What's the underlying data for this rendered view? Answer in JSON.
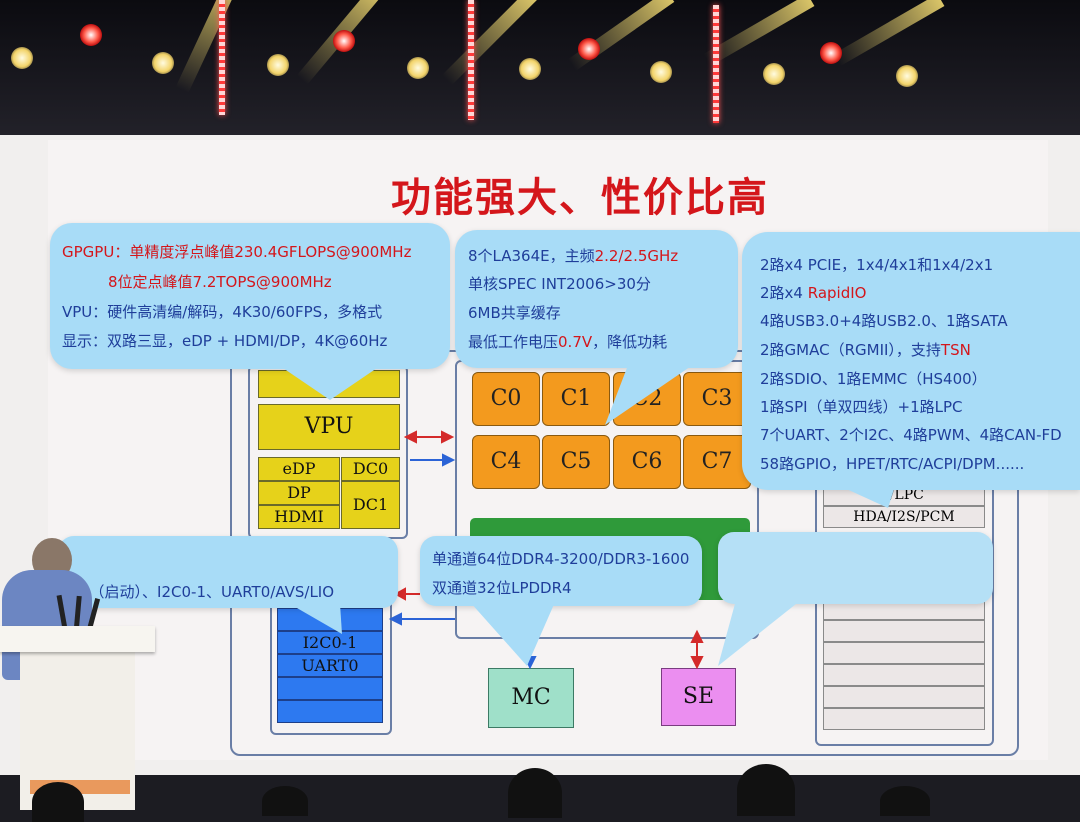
{
  "slide_title": "功能强大、性价比高",
  "bubbles": {
    "gpu": {
      "l1_prefix": "GPGPU：",
      "l1_text": "单精度浮点峰值230.4GFLOPS@900MHz",
      "l2": "8位定点峰值7.2TOPS@900MHz",
      "l3": "VPU：硬件高清编/解码，4K30/60FPS，多格式",
      "l4": "显示：双路三显，eDP + HDMI/DP，4K@60Hz"
    },
    "cpu": {
      "l1_a": "8个LA364E，主频",
      "l1_b": "2.2/2.5GHz",
      "l2": "单核SPEC INT2006>30分",
      "l3": "6MB共享缓存",
      "l4_a": "最低工作电压",
      "l4_b": "0.7V",
      "l4_c": "，降低功耗"
    },
    "io": {
      "l1": "2路x4 PCIE，1x4/4x1和1x4/2x1",
      "l2_a": "2路x4 ",
      "l2_b": "RapidIO",
      "l3": "4路USB3.0+4路USB2.0、1路SATA",
      "l4_a": "2路GMAC（RGMII），支持",
      "l4_b": "TSN",
      "l5": "2路SDIO、1路EMMC（HS400）",
      "l6": "1路SPI（单双四线）+1路LPC",
      "l7": "7个UART、2个I2C、4路PWM、4路CAN-FD",
      "l8": "58路GPIO，HPET/RTC/ACPI/DPM......"
    },
    "low": {
      "l1": "0（启动）、I2C0-1、UART0/AVS/LIO"
    },
    "mem": {
      "l1": "单通道64位DDR4-3200/DDR3-1600",
      "l2": "双通道32位LPDDR4"
    }
  },
  "diagram": {
    "vpu": "VPU",
    "edp": "eDP",
    "dp": "DP",
    "hdmi": "HDMI",
    "dc0": "DC0",
    "dc1": "DC1",
    "cores": [
      "C0",
      "C1",
      "C2",
      "C3",
      "C4",
      "C5",
      "C6",
      "C7"
    ],
    "low_items": [
      "O",
      "I2C0-1",
      "UART0"
    ],
    "io_items": [
      "I/LPC",
      "HDA/I2S/PCM"
    ],
    "mc": "MC",
    "se": "SE"
  },
  "colors": {
    "title": "#d4161b",
    "bubble_bg": "#a8dcf7",
    "bubble_text": "#1f3e9a",
    "core": "#f39a1e",
    "yellow_block": "#e6d21a",
    "blue_block": "#2d79f0",
    "mc": "#9fe0c9",
    "se": "#eb8ef0"
  }
}
